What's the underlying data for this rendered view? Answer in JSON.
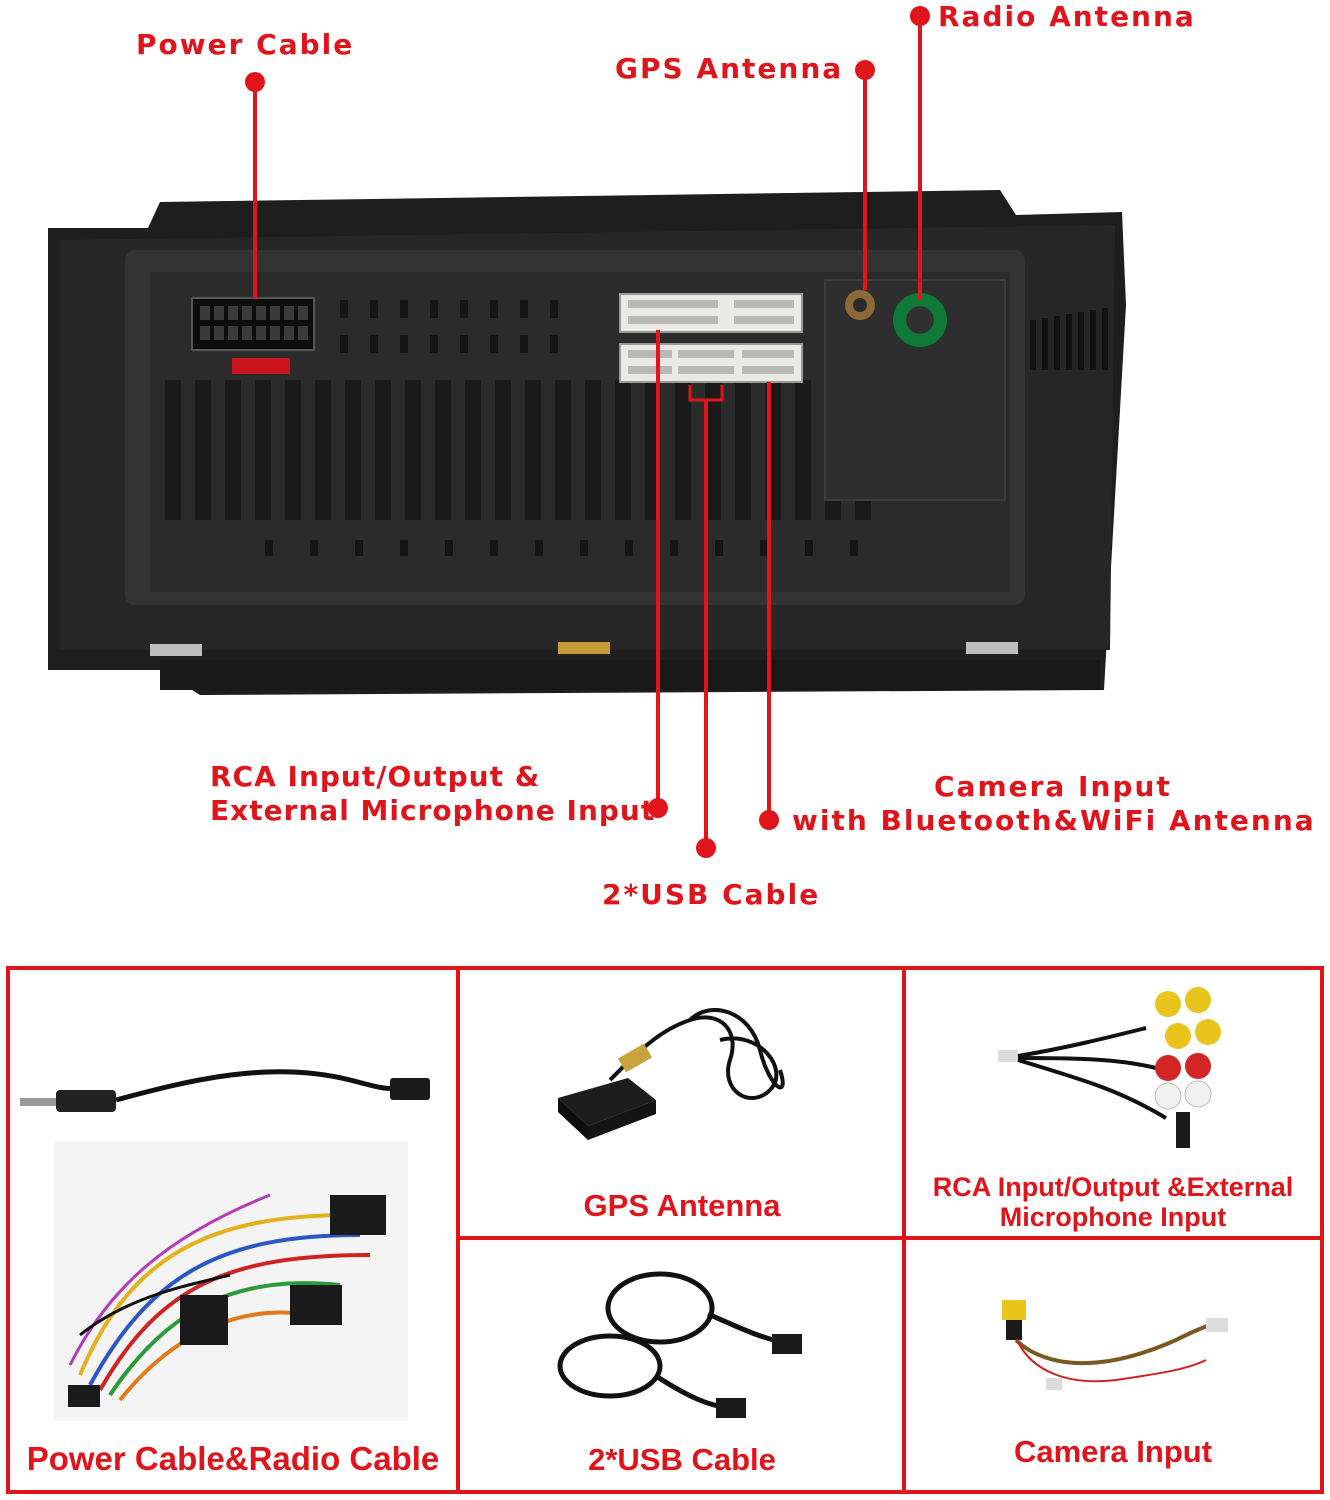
{
  "callouts": {
    "power_cable": "Power Cable",
    "gps_antenna": "GPS Antenna",
    "radio_antenna": "Radio Antenna",
    "rca_line1": "RCA Input/Output &",
    "rca_line2": "External Microphone Input",
    "camera_line1": "Camera Input",
    "camera_line2": "with Bluetooth&WiFi Antenna",
    "usb": "2*USB Cable"
  },
  "accessories": {
    "power_radio": "Power Cable&Radio Cable",
    "gps": "GPS Antenna",
    "rca_line1": "RCA Input/Output &External",
    "rca_line2": "Microphone Input",
    "usb": "2*USB Cable",
    "camera": "Camera Input"
  },
  "colors": {
    "label_red": "#e0141b",
    "unit_black": "#1c1c1c"
  }
}
